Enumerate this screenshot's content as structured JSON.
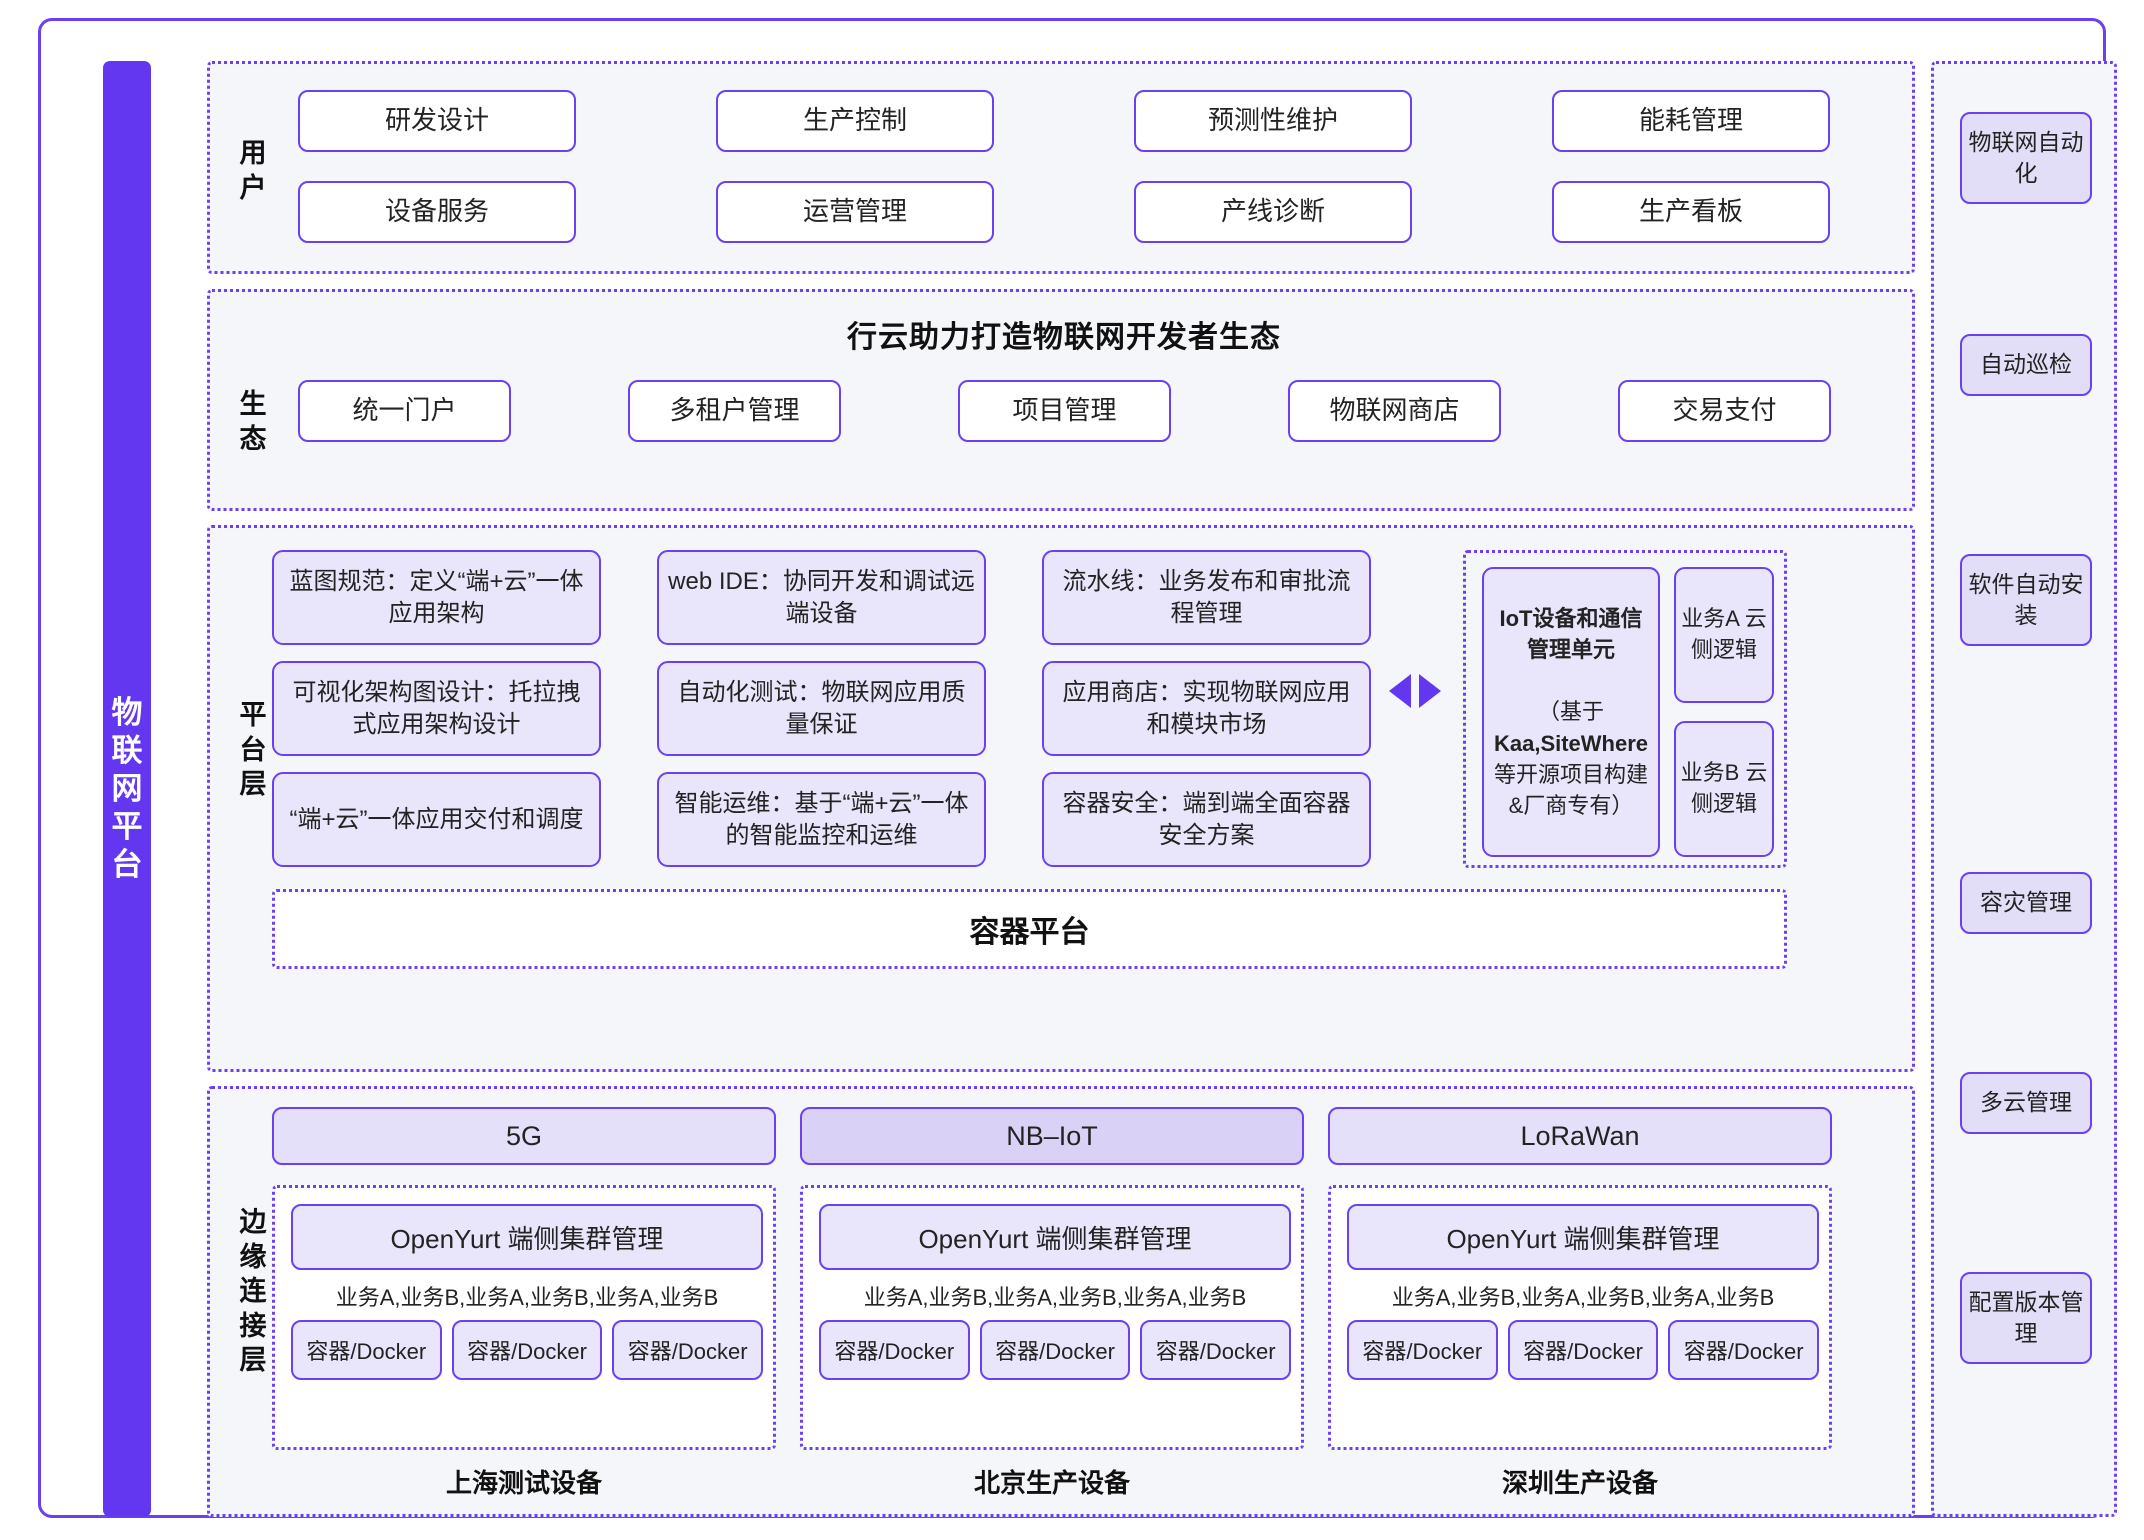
{
  "left_bar": {
    "label": "物联网平台"
  },
  "layers": {
    "user": {
      "label": "用户",
      "row1": [
        "研发设计",
        "生产控制",
        "预测性维护",
        "能耗管理"
      ],
      "row2": [
        "设备服务",
        "运营管理",
        "产线诊断",
        "生产看板"
      ]
    },
    "eco": {
      "label": "生态",
      "title": "行云助力打造物联网开发者生态",
      "items": [
        "统一门户",
        "多租户管理",
        "项目管理",
        "物联网商店",
        "交易支付"
      ]
    },
    "platform": {
      "label": "平台层",
      "cells": [
        "蓝图规范：定义“端+云”一体应用架构",
        "web IDE：协同开发和调试远端设备",
        "流水线：业务发布和审批流程管理",
        "可视化架构图设计：托拉拽式应用架构设计",
        "自动化测试：物联网应用质量保证",
        "应用商店：实现物联网应用和模块市场",
        "“端+云”一体应用交付和调度",
        "智能运维：基于“端+云”一体的智能监控和运维",
        "容器安全：端到端全面容器安全方案"
      ],
      "iot_unit": {
        "title": "IoT设备和通信管理单元",
        "note_pre": "（基于",
        "note_bold": "Kaa,SiteWhere",
        "note_post": "等开源项目构建&厂商专有）"
      },
      "side_boxes": [
        "业务A 云侧逻辑",
        "业务B 云侧逻辑"
      ],
      "container_platform": "容器平台",
      "arrows": [
        "triangle-left-icon",
        "triangle-right-icon"
      ]
    },
    "edge": {
      "label": "边缘连接层",
      "columns": [
        {
          "network": "5G",
          "network_highlight": false,
          "yurt": "OpenYurt 端侧集群管理",
          "biz": "业务A,业务B,业务A,业务B,业务A,业务B",
          "dockers": [
            "容器/Docker",
            "容器/Docker",
            "容器/Docker"
          ],
          "device": "上海测试设备"
        },
        {
          "network": "NB–IoT",
          "network_highlight": true,
          "yurt": "OpenYurt 端侧集群管理",
          "biz": "业务A,业务B,业务A,业务B,业务A,业务B",
          "dockers": [
            "容器/Docker",
            "容器/Docker",
            "容器/Docker"
          ],
          "device": "北京生产设备"
        },
        {
          "network": "LoRaWan",
          "network_highlight": false,
          "yurt": "OpenYurt 端侧集群管理",
          "biz": "业务A,业务B,业务A,业务B,业务A,业务B",
          "dockers": [
            "容器/Docker",
            "容器/Docker",
            "容器/Docker"
          ],
          "device": "深圳生产设备"
        }
      ]
    }
  },
  "right_sidebar": {
    "items": [
      "物联网自动化",
      "自动巡检",
      "软件自动安装",
      "容灾管理",
      "多云管理",
      "配置版本管理"
    ]
  },
  "colors": {
    "accent": "#6337ef",
    "border": "#6b3ff2",
    "layer_bg": "#f5f6fa",
    "box_lavender": "#e9e6fb",
    "box_lavender_dark": "#d9d1f6",
    "text": "#232323"
  }
}
